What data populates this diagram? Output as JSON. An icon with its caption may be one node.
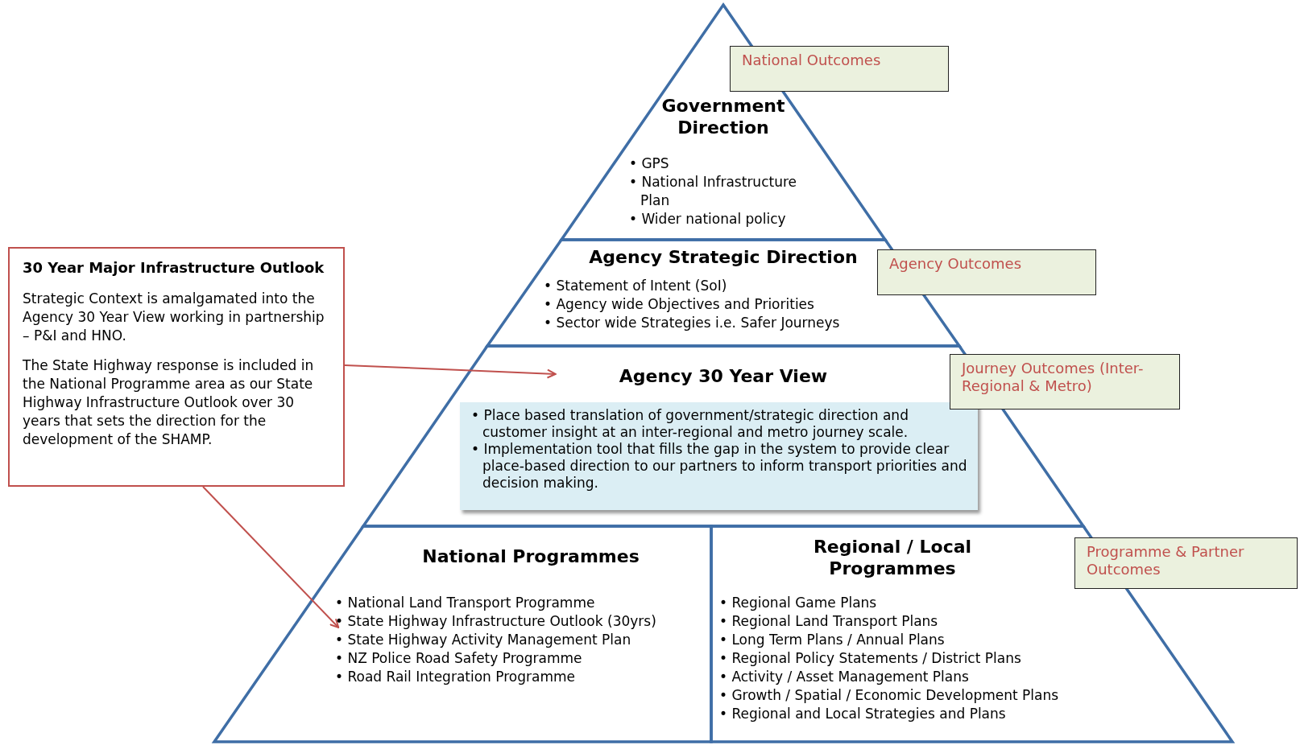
{
  "diagram": {
    "nodes": [
      {
        "text": [
          "Government Direction",
          "• GPS",
          "• National Infrastructure Plan",
          "• Wider national policy"
        ]
      },
      {
        "text": [
          "Agency Strategic Direction",
          "• Statement of Intent (SoI)",
          "• Agency wide Objectives and Priorities",
          "• Sector wide Strategies i.e. Safer Journeys"
        ]
      },
      {
        "text": [
          "Agency 30 Year View"
        ]
      },
      {
        "text": [
          "• Place based translation of government/strategic direction and customer insight at an inter-regional and metro journey scale.",
          "• Implementation tool that fills the gap in the system to provide clear place-based direction to our partners to inform transport priorities and decision making."
        ],
        "in": 2
      },
      {
        "text": [
          "National Programmes",
          "• National Land Transport Programme",
          "• State Highway Infrastructure Outlook (30yrs)",
          "• State Highway Activity Management Plan",
          "• NZ Police Road Safety Programme",
          "• Road Rail Integration Programme"
        ]
      },
      {
        "text": [
          "Regional / Local Programmes",
          "• Regional Game Plans",
          "• Regional Land Transport Plans",
          "• Long Term Plans / Annual Plans",
          "• Regional Policy Statements / District Plans",
          "• Activity / Asset Management Plans",
          "• Growth / Spatial / Economic Development Plans",
          "• Regional and Local Strategies and Plans"
        ]
      },
      {
        "text": [
          "National Outcomes"
        ]
      },
      {
        "text": [
          "Agency Outcomes"
        ]
      },
      {
        "text": [
          "Journey Outcomes (Inter-Regional & Metro)"
        ]
      },
      {
        "text": [
          "Programme & Partner Outcomes"
        ]
      },
      {
        "text": [
          "30 Year Major Infrastructure Outlook",
          "Strategic Context is amalgamated into the Agency 30 Year View working in partnership – P&I and HNO.",
          "The State Highway response is included in the National Programme area as our State Highway Infrastructure Outlook over 30 years that sets the direction for the development of the SHAMP."
        ]
      }
    ],
    "edges": [
      {
        "from": 10,
        "to": 2,
        "arrow": "to"
      },
      {
        "from": 10,
        "to": 4,
        "arrow": "to"
      }
    ]
  }
}
